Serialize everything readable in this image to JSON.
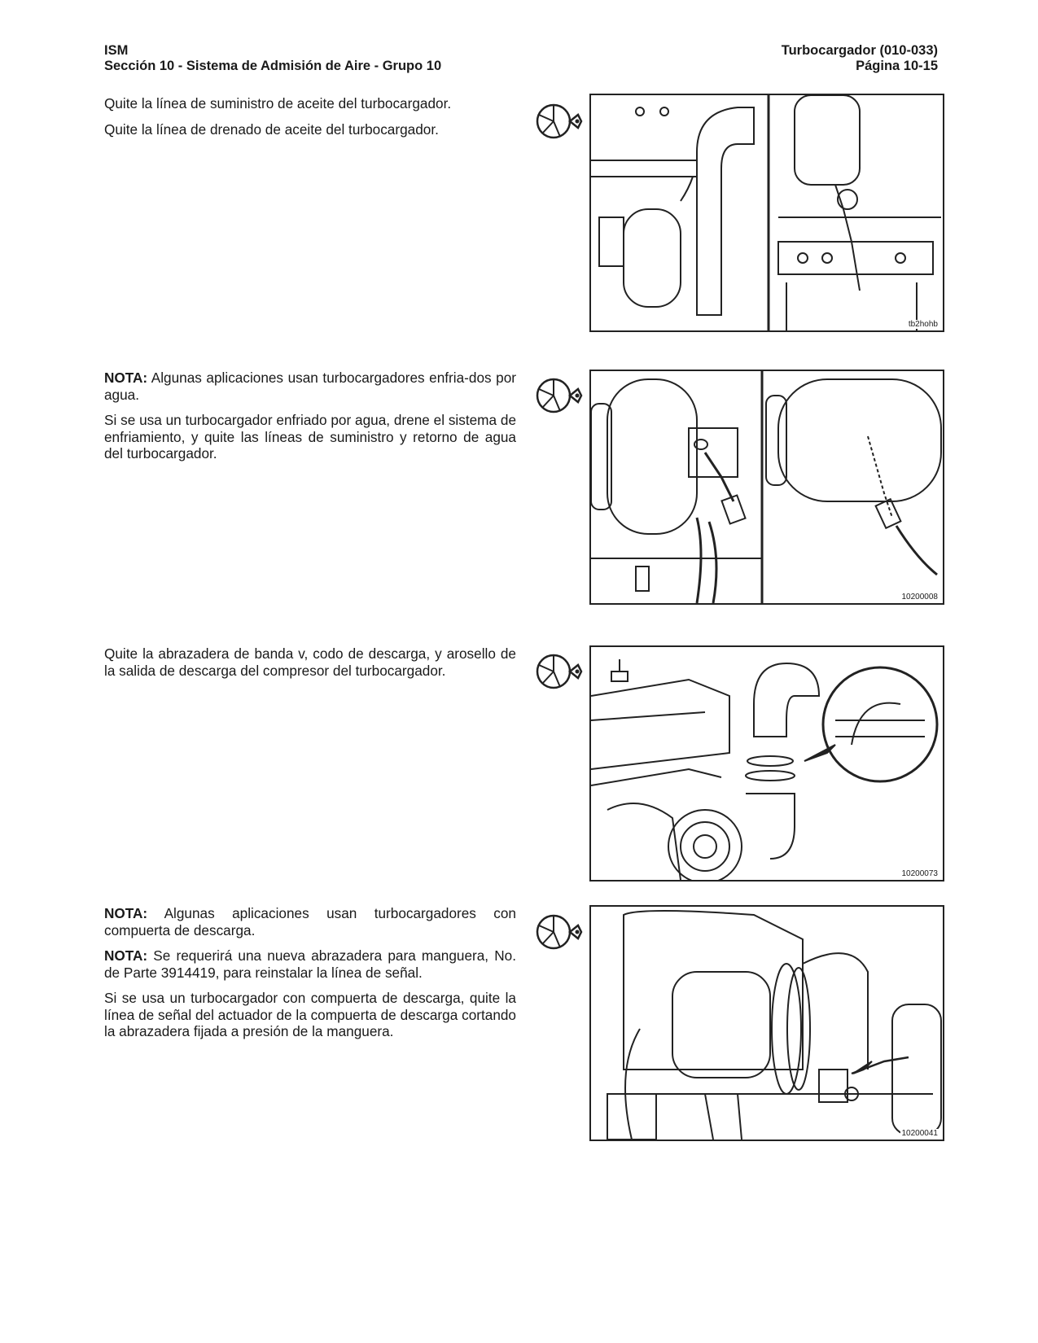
{
  "header": {
    "left_line1": "ISM",
    "left_line2": "Sección 10 - Sistema de Admisión de Aire - Grupo 10",
    "right_line1": "Turbocargador (010-033)",
    "right_line2": "Página 10-15"
  },
  "steps": [
    {
      "p1": "Quite la línea de suministro de aceite del turbocargador.",
      "p2": "Quite la línea de drenado de aceite del turbocargador.",
      "figure_id": "tb2hohb"
    },
    {
      "nota_label": "NOTA:",
      "nota_text": " Algunas aplicaciones usan turbocargadores enfria-dos por agua.",
      "p2": "Si se usa un turbocargador enfriado por agua, drene el sistema de enfriamiento, y quite las líneas de suministro y retorno de agua del turbocargador.",
      "figure_id": "10200008"
    },
    {
      "p1": "Quite la abrazadera de banda v, codo de descarga, y arosello de la salida de descarga del compresor del turbocargador.",
      "figure_id": "10200073"
    },
    {
      "nota1_label": "NOTA:",
      "nota1_text": " Algunas aplicaciones usan turbocargadores con compuerta de descarga.",
      "nota2_label": "NOTA:",
      "nota2_text": " Se requerirá una nueva abrazadera para manguera, No. de Parte 3914419, para reinstalar la línea de señal.",
      "p3": "Si se usa un turbocargador con compuerta de descarga, quite la línea de señal del actuador de la compuerta de descarga cortando la abrazadera fijada a presión de la manguera.",
      "figure_id": "10200041"
    }
  ],
  "icons": [
    "wrench-icon"
  ]
}
